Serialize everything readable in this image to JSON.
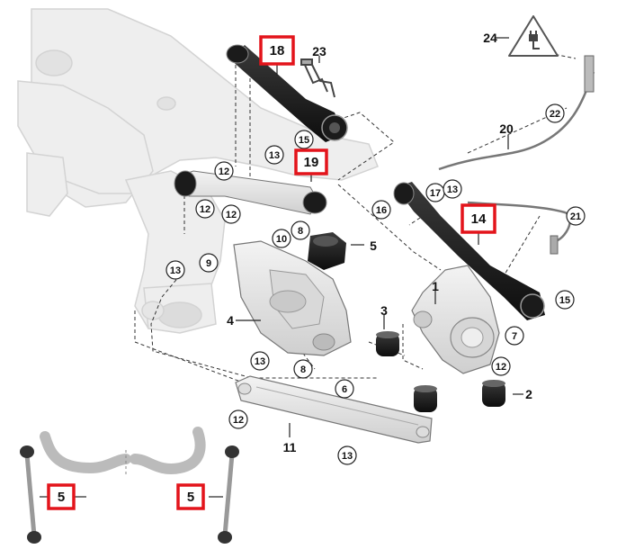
{
  "diagram": {
    "callouts_circled": {
      "c12a": "12",
      "c13a": "13",
      "c15a": "15",
      "c12b": "12",
      "c12c": "12",
      "c13b": "13",
      "c9": "9",
      "c10": "10",
      "c8a": "8",
      "c17": "17",
      "c13c": "13",
      "c16": "16",
      "c15b": "15",
      "c7": "7",
      "c13d": "13",
      "c8b": "8",
      "c6": "6",
      "c12d": "12",
      "c12e": "12",
      "c13e": "13",
      "c21": "21",
      "c22": "22"
    },
    "callouts_plain": {
      "p23": "23",
      "p20": "20",
      "p24": "24",
      "p5a": "5",
      "p1": "1",
      "p3": "3",
      "p4": "4",
      "p2": "2",
      "p11": "11"
    },
    "callouts_highlighted": {
      "h18": "18",
      "h19": "19",
      "h14": "14",
      "h5a": "5",
      "h5b": "5"
    },
    "highlight_color": "#e3141b",
    "icons": [
      "electrical-plug-warning-icon"
    ]
  }
}
